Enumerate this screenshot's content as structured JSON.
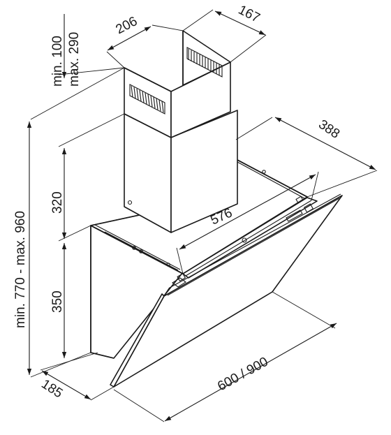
{
  "dimensions": {
    "chimney_depth": "206",
    "chimney_width": "167",
    "adjust_min": "min. 100",
    "adjust_max": "max. 290",
    "total_height": "min. 770 - max. 960",
    "chimney_height": "320",
    "body_height": "350",
    "body_depth": "388",
    "inner_width": "576",
    "wall_depth": "185",
    "hood_width": "600 / 900"
  },
  "colors": {
    "line": "#1a1a1a",
    "background": "#ffffff"
  }
}
